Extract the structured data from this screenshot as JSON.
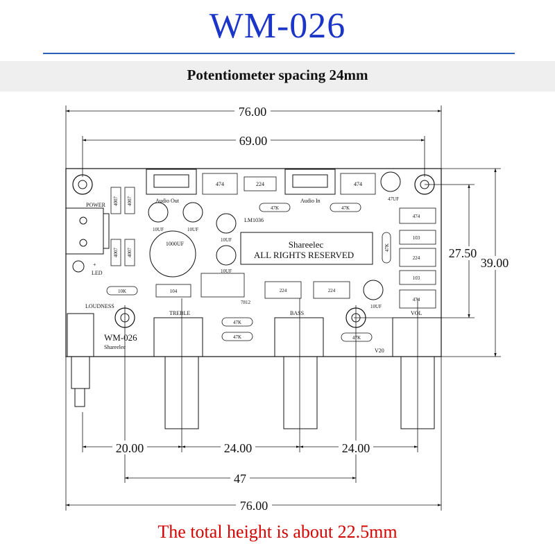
{
  "header": {
    "title": "WM-026",
    "subtitle": "Potentiometer spacing 24mm"
  },
  "dimensions": {
    "total_width_top": "76.00",
    "hole_spacing": "69.00",
    "height_inner": "27.50",
    "height_total": "39.00",
    "pot_offset": "20.00",
    "pot_spacing_1": "24.00",
    "pot_spacing_2": "24.00",
    "outer_pot_span": "47",
    "total_width_bottom": "76.00"
  },
  "board": {
    "labels": {
      "power": "POWER",
      "led": "LED",
      "led_plus": "+",
      "audio_out": "Audio Out",
      "audio_in": "Audio In",
      "lm1036": "LM1036",
      "loudness": "LOUDNESS",
      "model": "WM-026",
      "brand_small": "Shareelec",
      "brand": "Shareelec",
      "rights": "ALL RIGHTS RESERVED",
      "treble": "TREBLE",
      "bass": "BASS",
      "vol": "VOL",
      "version": "V20",
      "reg": "7812",
      "cap_1000uf": "1000UF",
      "cap_10uf": "10UF",
      "cap_47uf": "47UF",
      "diode": "4007",
      "r_10k": "10K",
      "r_47k": "47K",
      "c_474": "474",
      "c_224": "224",
      "c_104": "104",
      "c_103": "103"
    }
  },
  "footer": {
    "note": "The total height is about 22.5mm"
  }
}
